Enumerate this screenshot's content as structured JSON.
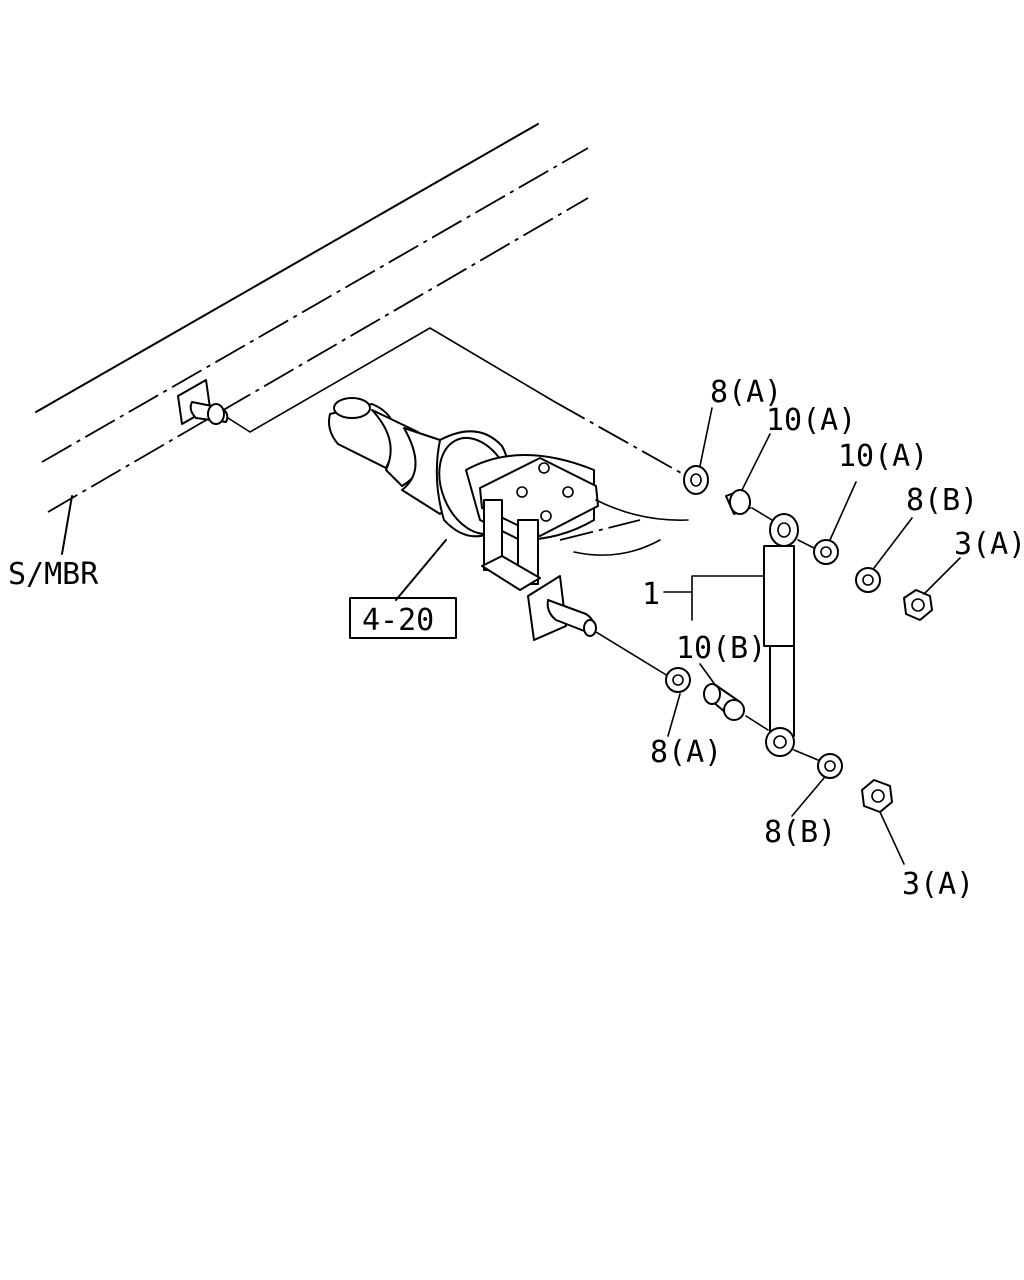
{
  "diagram": {
    "labels": {
      "subframe": "S/MBR",
      "ref_box": "4-20",
      "shock_absorber": "1",
      "washer_a_top": "8(A)",
      "bushing_a_1": "10(A)",
      "bushing_a_2": "10(A)",
      "washer_b_top": "8(B)",
      "nut_a_top": "3(A)",
      "bushing_b": "10(B)",
      "washer_a_bottom": "8(A)",
      "washer_b_bottom": "8(B)",
      "nut_a_bottom": "3(A)"
    }
  }
}
